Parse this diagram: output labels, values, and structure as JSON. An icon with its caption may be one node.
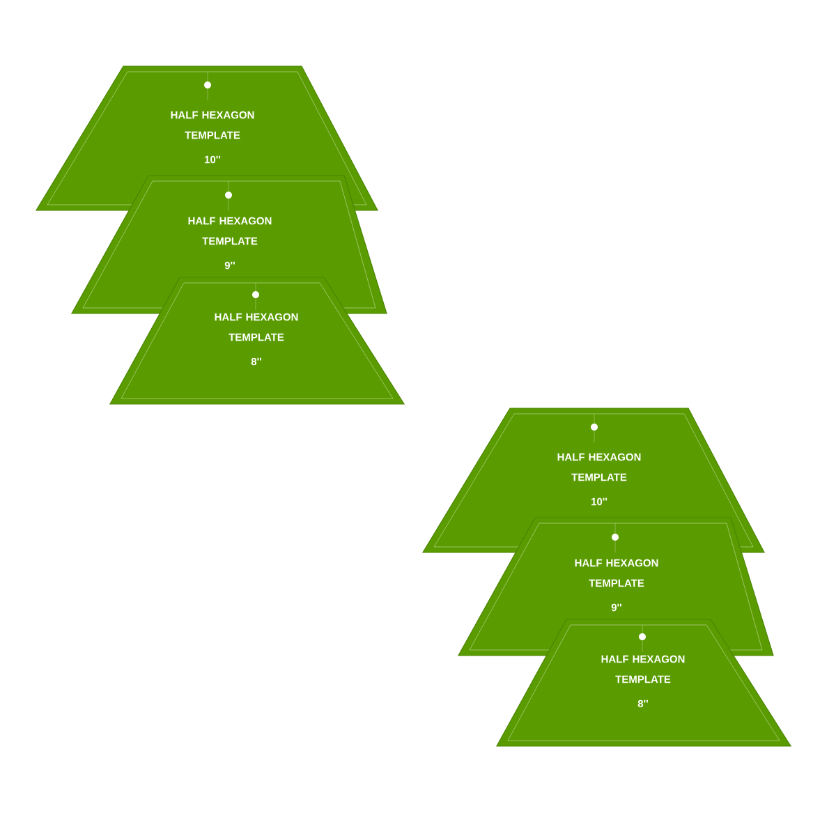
{
  "diagram": {
    "nodes": [
      {
        "text": [
          "HALF HEXAGON TEMPLATE",
          "10''"
        ]
      },
      {
        "text": [
          "HALF HEXAGON TEMPLATE",
          "9''"
        ]
      },
      {
        "text": [
          "HALF HEXAGON TEMPLATE",
          "8''"
        ]
      },
      {
        "text": [
          "HALF HEXAGON TEMPLATE",
          "10''"
        ]
      },
      {
        "text": [
          "HALF HEXAGON TEMPLATE",
          "9''"
        ]
      },
      {
        "text": [
          "HALF HEXAGON TEMPLATE",
          "8''"
        ]
      }
    ]
  }
}
